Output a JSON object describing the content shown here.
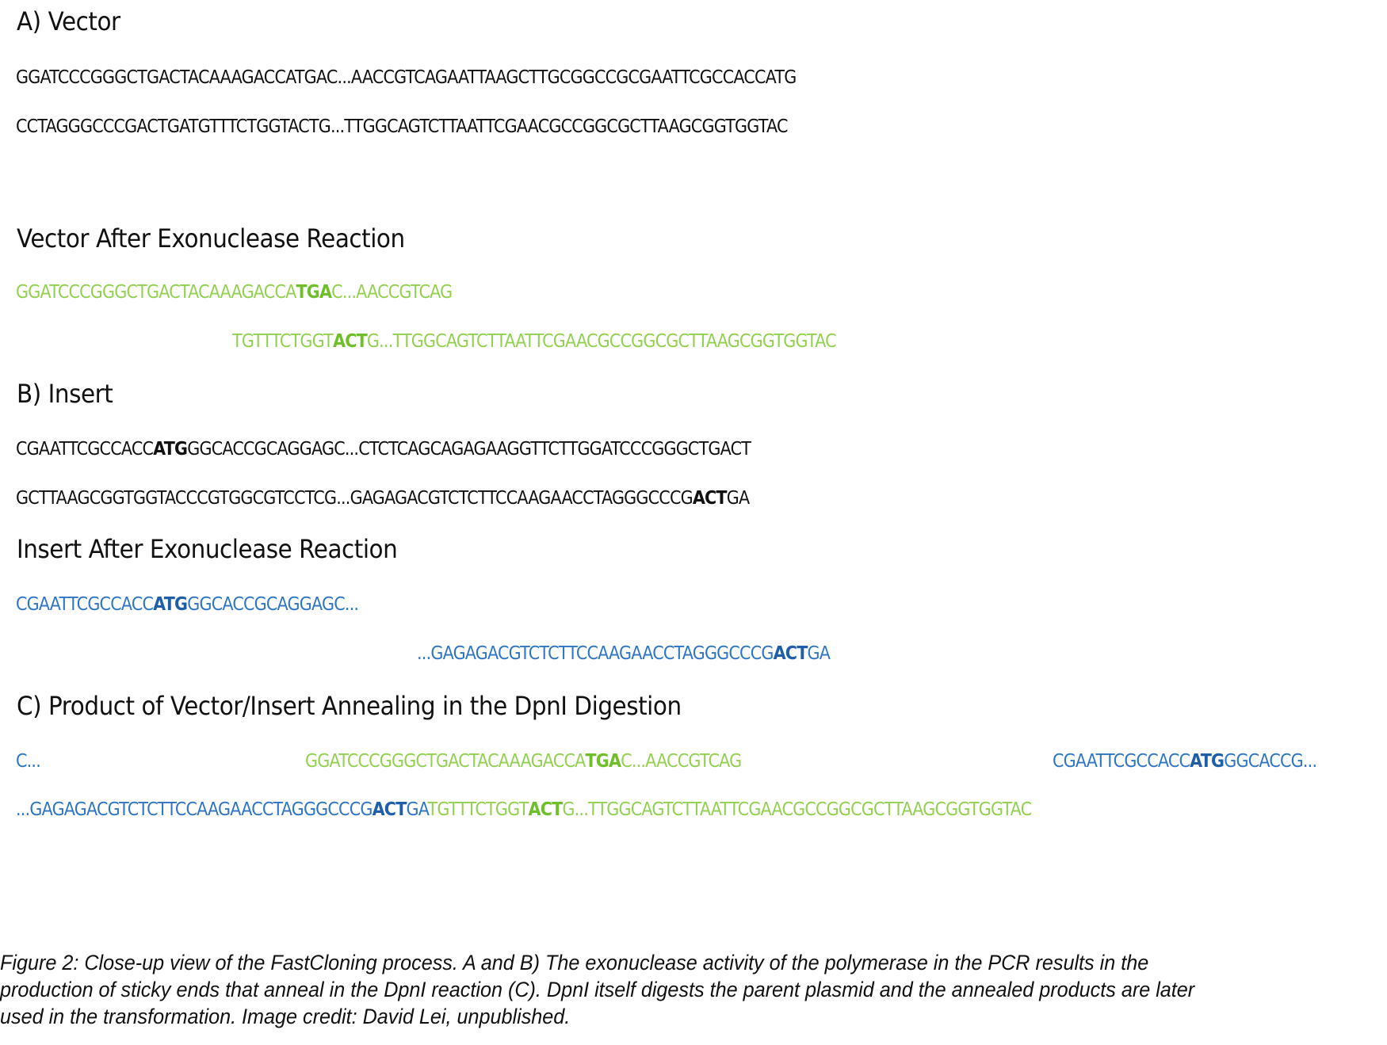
{
  "figure": {
    "colors": {
      "vector": "#92d050",
      "insert": "#2e75c6",
      "text": "#111111"
    },
    "section_a": {
      "heading": "A) Vector",
      "top_strand": "GGATCCCGGGCTGACTACAAAGACCATGAC...AACCGTCAGAATTAAGCTTGCGGCCGCGAATTCGCCACCATG",
      "bottom_strand": "CCTAGGGCCCGACTGATGTTTCTGGTACTG...TTGGCAGTCTTAATTCGAACGCCGGCGCTTAAGCGGTGGTAC"
    },
    "vector_after": {
      "heading": "Vector After Exonuclease Reaction",
      "top": {
        "pre": "GGATCCCGGGCTGACTACAAAGACCA",
        "bold": "TGA",
        "post": "C...AACCGTCAG"
      },
      "bottom": {
        "pre": "TGTTTCTGGT",
        "bold": "ACT",
        "post": "G...TTGGCAGTCTTAATTCGAACGCCGGCGCTTAAGCGGTGGTAC"
      }
    },
    "section_b": {
      "heading": "B) Insert",
      "top": {
        "pre": "CGAATTCGCCACC",
        "bold": "ATG",
        "post": "GGCACCGCAGGAGC...CTCTCAGCAGAGAAGGTTCTTGGATCCCGGGCTGACT"
      },
      "bottom": {
        "pre": "GCTTAAGCGGTGGTACCCGTGGCGTCCTCG...GAGAGACGTCTCTTCCAAGAACCTAGGGCCCG",
        "bold": "ACT",
        "post": "GA"
      }
    },
    "insert_after": {
      "heading": "Insert After Exonuclease Reaction",
      "top": {
        "pre": "CGAATTCGCCACC",
        "bold": "ATG",
        "post": "GGCACCGCAGGAGC..."
      },
      "bottom": {
        "pre": "...GAGAGACGTCTCTTCCAAGAACCTAGGGCCCG",
        "bold": "ACT",
        "post": "GA"
      }
    },
    "section_c": {
      "heading": "C) Product of Vector/Insert Annealing in the DpnI Digestion",
      "top_insert_left": "C...",
      "top_vector": {
        "pre": "GGATCCCGGGCTGACTACAAAGACCA",
        "bold": "TGA",
        "post": "C...AACCGTCAG"
      },
      "top_insert_right": {
        "pre": "CGAATTCGCCACC",
        "bold": "ATG",
        "post": "GGCACCG..."
      },
      "bottom_insert": {
        "pre": "...GAGAGACGTCTCTTCCAAGAACCTAGGGCCCG",
        "bold": "ACT",
        "post": "GA"
      },
      "bottom_vector": {
        "pre": "TGTTTCTGGT",
        "bold": "ACT",
        "post": "G...TTGGCAGTCTTAATTCGAACGCCGGCGCTTAAGCGGTGGTAC"
      }
    },
    "caption": {
      "line1": "Figure 2: Close-up view of the FastCloning process. A and B) The exonuclease activity of the polymerase in the PCR results in the",
      "line2": "production of sticky ends that anneal in the DpnI reaction (C). DpnI itself digests the parent plasmid and the annealed products are later",
      "line3": "used in the transformation. Image credit: David Lei, unpublished."
    }
  }
}
